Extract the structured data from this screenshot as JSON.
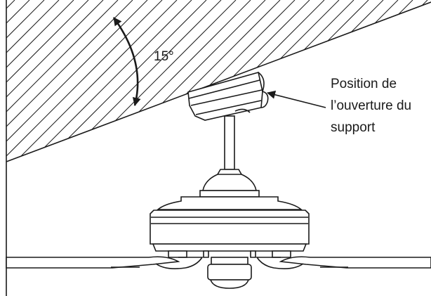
{
  "diagram": {
    "angle_label": "15°",
    "callout_lines": [
      "Position de",
      "l’ouverture du",
      "support"
    ],
    "colors": {
      "stroke": "#1a1a1a",
      "fill": "#ffffff"
    },
    "icons": {
      "angle_marker": "double-headed-curved-arrow-icon",
      "callout_pointer": "arrow-icon"
    }
  }
}
